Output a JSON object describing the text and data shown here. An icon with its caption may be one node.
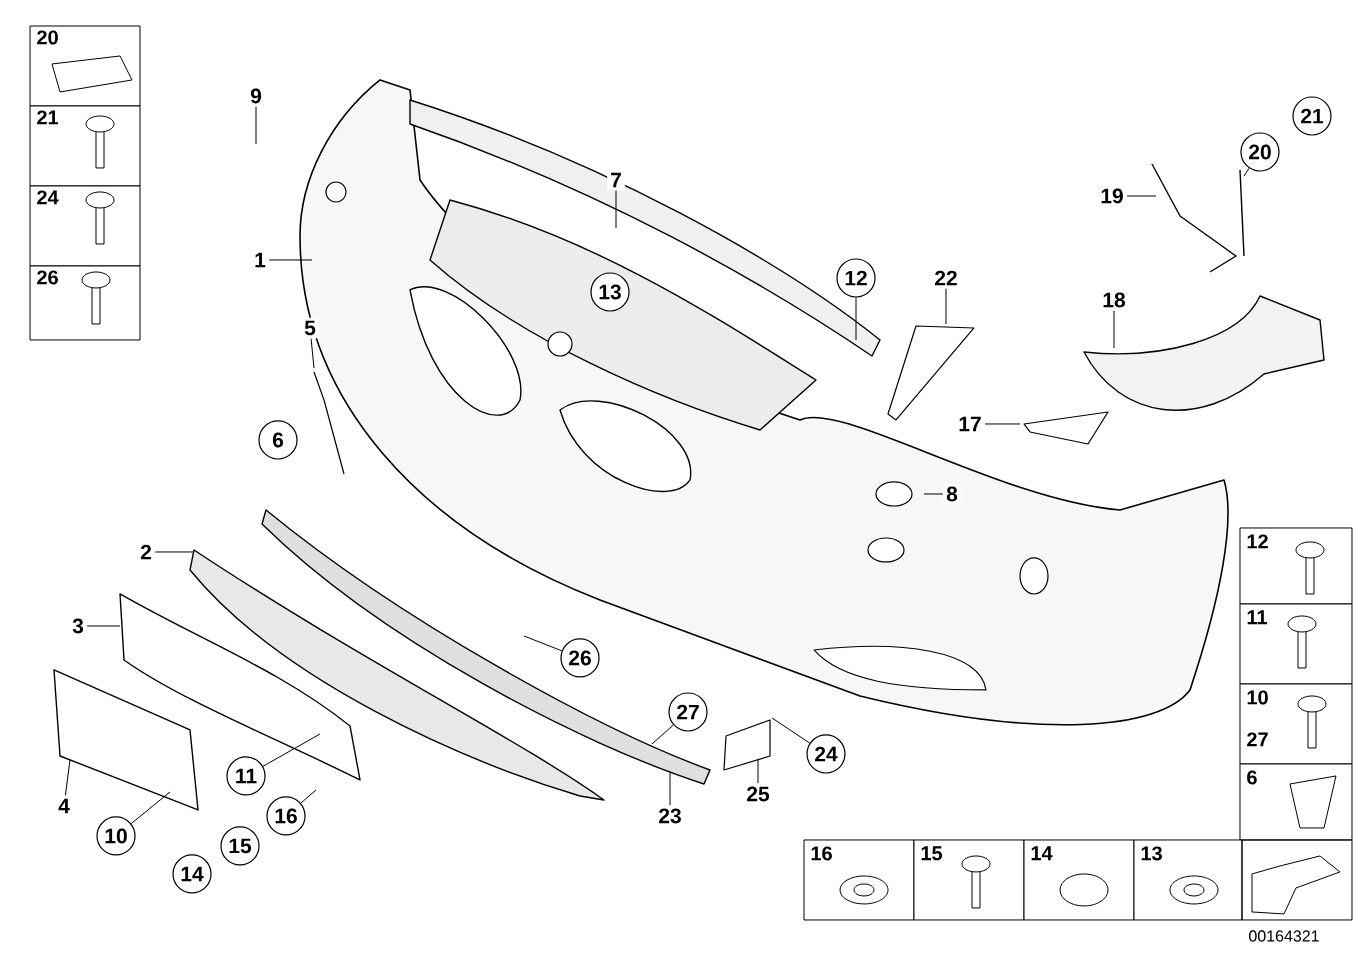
{
  "diagram": {
    "nodes": [
      {
        "text": [
          "9"
        ]
      },
      {
        "text": [
          "7"
        ]
      },
      {
        "text": [
          "1"
        ]
      },
      {
        "text": [
          "13"
        ]
      },
      {
        "text": [
          "12"
        ]
      },
      {
        "text": [
          "22"
        ]
      },
      {
        "text": [
          "19"
        ]
      },
      {
        "text": [
          "20"
        ]
      },
      {
        "text": [
          "21"
        ]
      },
      {
        "text": [
          "18"
        ]
      },
      {
        "text": [
          "5"
        ]
      },
      {
        "text": [
          "6"
        ]
      },
      {
        "text": [
          "17"
        ]
      },
      {
        "text": [
          "8"
        ]
      },
      {
        "text": [
          "2"
        ]
      },
      {
        "text": [
          "3"
        ]
      },
      {
        "text": [
          "26"
        ]
      },
      {
        "text": [
          "27"
        ]
      },
      {
        "text": [
          "11"
        ]
      },
      {
        "text": [
          "16"
        ]
      },
      {
        "text": [
          "4"
        ]
      },
      {
        "text": [
          "10"
        ]
      },
      {
        "text": [
          "15"
        ]
      },
      {
        "text": [
          "14"
        ]
      },
      {
        "text": [
          "24"
        ]
      },
      {
        "text": [
          "25"
        ]
      },
      {
        "text": [
          "23"
        ]
      }
    ],
    "edges": [
      {
        "from": 0,
        "to": null,
        "arrow": "none"
      },
      {
        "from": 1,
        "to": null,
        "arrow": "none"
      },
      {
        "from": 2,
        "to": null,
        "arrow": "none"
      },
      {
        "from": 4,
        "to": null,
        "arrow": "none"
      },
      {
        "from": 5,
        "to": null,
        "arrow": "none"
      },
      {
        "from": 6,
        "to": null,
        "arrow": "none"
      },
      {
        "from": 7,
        "to": null,
        "arrow": "none"
      },
      {
        "from": 9,
        "to": null,
        "arrow": "none"
      },
      {
        "from": 10,
        "to": null,
        "arrow": "none"
      },
      {
        "from": 12,
        "to": null,
        "arrow": "none"
      },
      {
        "from": 13,
        "to": null,
        "arrow": "none"
      },
      {
        "from": 14,
        "to": null,
        "arrow": "none"
      },
      {
        "from": 15,
        "to": null,
        "arrow": "none"
      },
      {
        "from": 16,
        "to": null,
        "arrow": "none"
      },
      {
        "from": 17,
        "to": null,
        "arrow": "none"
      },
      {
        "from": 18,
        "to": null,
        "arrow": "none"
      },
      {
        "from": 19,
        "to": null,
        "arrow": "none"
      },
      {
        "from": 20,
        "to": null,
        "arrow": "none"
      },
      {
        "from": 21,
        "to": null,
        "arrow": "none"
      },
      {
        "from": 24,
        "to": null,
        "arrow": "none"
      },
      {
        "from": 25,
        "to": null,
        "arrow": "none"
      },
      {
        "from": 26,
        "to": null,
        "arrow": "none"
      }
    ],
    "labels": [
      "20",
      "21",
      "24",
      "26",
      "12",
      "11",
      "10",
      "27",
      "6",
      "16",
      "15",
      "14",
      "13",
      "00164321"
    ]
  }
}
